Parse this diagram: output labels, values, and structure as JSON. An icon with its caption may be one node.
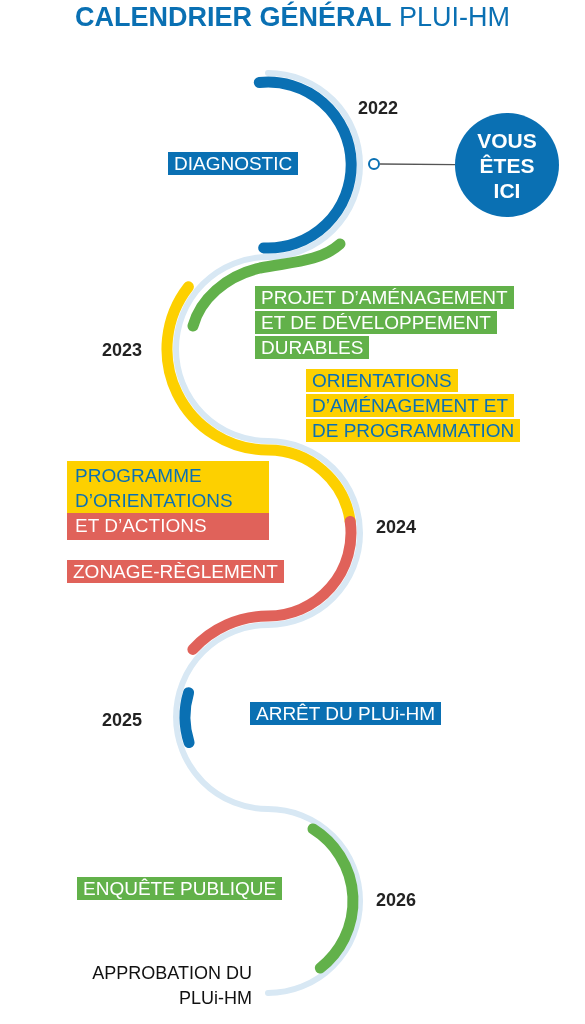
{
  "diagram": {
    "title": "**CALENDRIER GÉNÉRAL** PLUI-HM",
    "nodes": [
      {
        "text": [
          "DIAGNOSTIC"
        ]
      },
      {
        "text": [],
        "shape": "circle"
      },
      {
        "text": [
          "VOUS ÊTES ICI"
        ]
      },
      {
        "text": [
          "PROJET D’AMÉNAGEMENT ET DE DÉVELOPPEMENT DURABLES"
        ]
      },
      {
        "text": [
          "ORIENTATIONS D’AMÉNAGEMENT ET DE PROGRAMMATION"
        ]
      },
      {
        "text": [
          "PROGRAMME D’ORIENTATIONS ET D’ACTIONS"
        ]
      },
      {
        "text": [
          "ZONAGE-RÈGLEMENT"
        ]
      },
      {
        "text": [
          "ARRÊT DU PLUi-HM"
        ]
      },
      {
        "text": [
          "ENQUÊTE PUBLIQUE"
        ]
      }
    ],
    "edges": [
      {
        "from": 1,
        "to": 2,
        "arrow": "none"
      }
    ],
    "labels": [
      "2022",
      "2023",
      "2024",
      "2025",
      "2026",
      "APPROBATION DU PLUi-HM"
    ]
  }
}
